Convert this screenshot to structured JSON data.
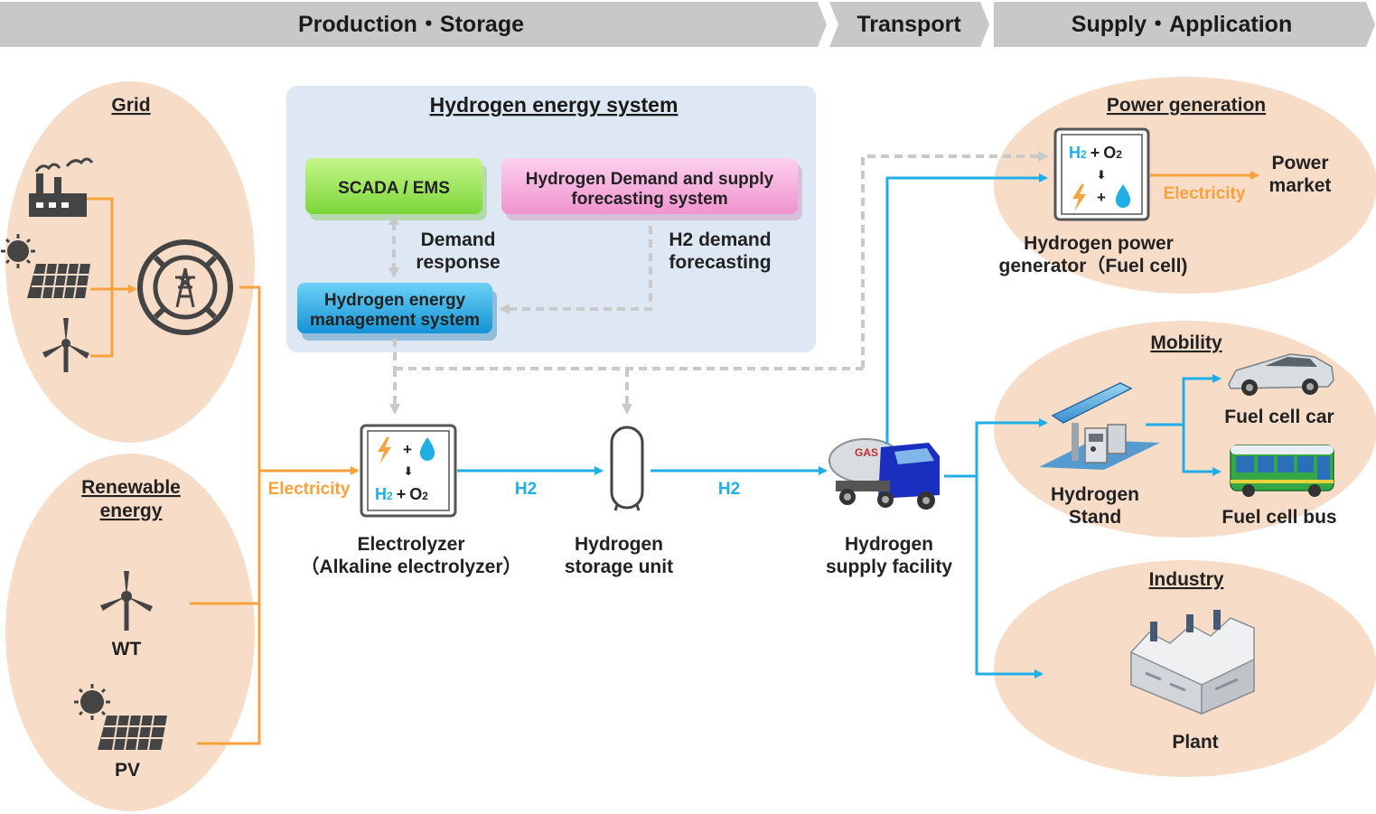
{
  "stages": {
    "production": "Production・Storage",
    "transport": "Transport",
    "supply": "Supply・Application"
  },
  "grid": {
    "title": "Grid"
  },
  "renewable": {
    "title_line1": "Renewable",
    "title_line2": "energy",
    "wt": "WT",
    "pv": "PV"
  },
  "hes": {
    "title": "Hydrogen energy system",
    "scada": "SCADA / EMS",
    "forecast_line1": "Hydrogen Demand and supply",
    "forecast_line2": "forecasting system",
    "hems_line1": "Hydrogen energy",
    "hems_line2": "management system",
    "demand_line1": "Demand",
    "demand_line2": "response",
    "h2demand_line1": "H2 demand",
    "h2demand_line2": "forecasting"
  },
  "flow": {
    "electricity": "Electricity",
    "h2_a": "H2",
    "h2_b": "H2",
    "electrolyzer_line1": "Electrolyzer",
    "electrolyzer_line2": "（Alkaline electrolyzer）",
    "storage_line1": "Hydrogen",
    "storage_line2": "storage unit",
    "supply_line1": "Hydrogen",
    "supply_line2": "supply facility",
    "truck_text": "GAS"
  },
  "cell": {
    "h": "H",
    "sub2": "2",
    "plus": "+",
    "o": "O",
    "arrow": "⬇"
  },
  "power": {
    "title": "Power generation",
    "electricity": "Electricity",
    "market_line1": "Power",
    "market_line2": "market",
    "gen_line1": "Hydrogen power",
    "gen_line2": "generator（Fuel cell)"
  },
  "mobility": {
    "title": "Mobility",
    "stand_line1": "Hydrogen",
    "stand_line2": "Stand",
    "car": "Fuel cell car",
    "bus": "Fuel cell bus"
  },
  "industry": {
    "title": "Industry",
    "plant": "Plant"
  },
  "colors": {
    "banner": "#c8c8c8",
    "ellipse": "#f7dcc8",
    "panel": "#dde8f4",
    "orange": "#f7a23c",
    "blue": "#20aee6",
    "gray_dash": "#c9c9c9",
    "scada": "#8fe04c",
    "forecast": "#f4a0d8",
    "hems": "#2aa6e2"
  }
}
